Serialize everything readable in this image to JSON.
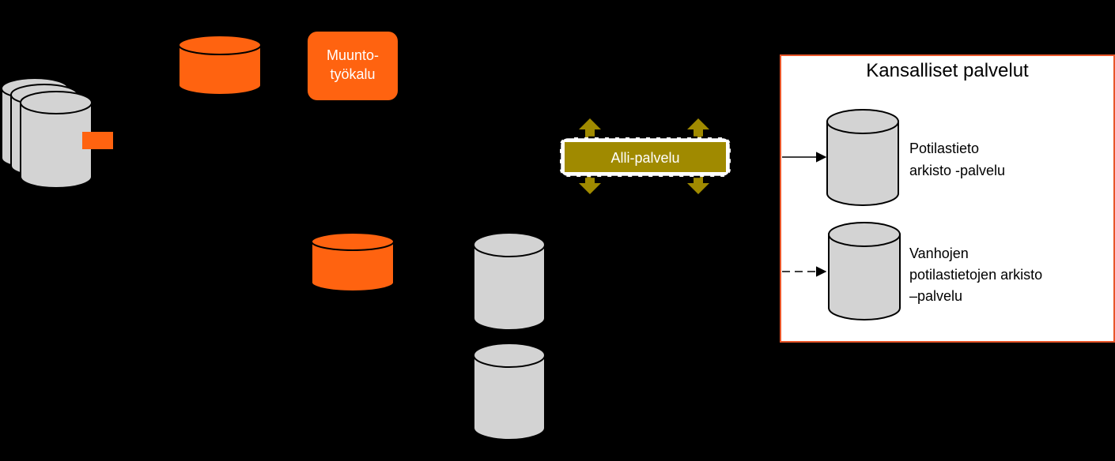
{
  "colors": {
    "background": "#000000",
    "orange": "#ff6310",
    "gray_cylinder": "#d3d3d3",
    "olive": "#a08a00",
    "panel_border": "#e8562a",
    "white": "#ffffff"
  },
  "tool": {
    "label_line1": "Muunto-",
    "label_line2": "työkalu"
  },
  "alli": {
    "label": "Alli-palvelu"
  },
  "national": {
    "title": "Kansalliset palvelut",
    "service1": {
      "line1": "Potilastieto",
      "line2": "arkisto -palvelu"
    },
    "service2": {
      "line1": "Vanhojen",
      "line2": "potilastietojen arkisto",
      "line3": "–palvelu"
    }
  },
  "icons": {
    "legacy_stack": "database-stack-icon",
    "orange_db": "database-icon",
    "double_arrow": "double-arrow-icon"
  }
}
